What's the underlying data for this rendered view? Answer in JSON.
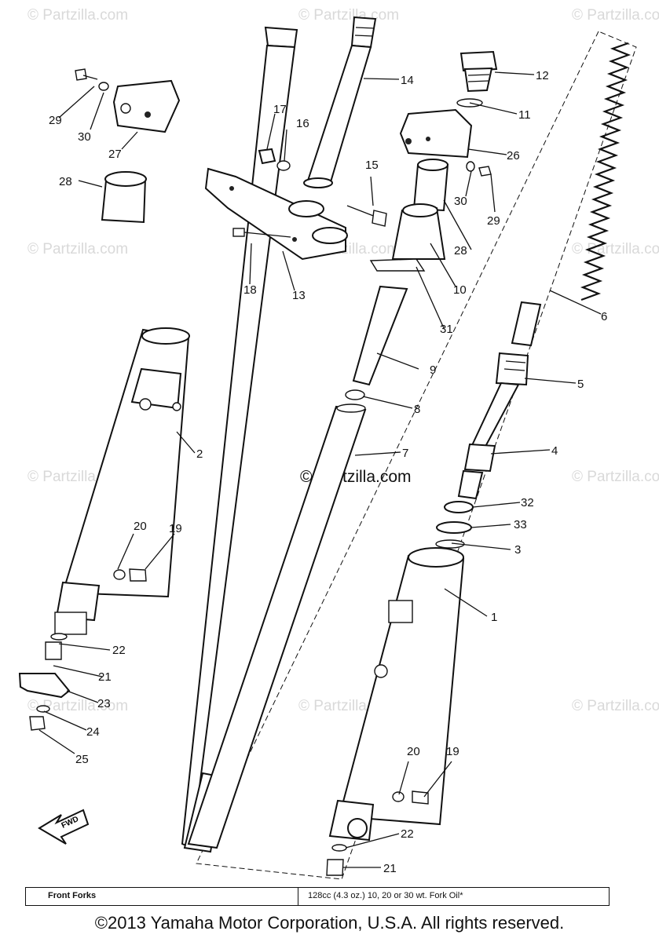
{
  "watermarks": {
    "brand": "© Partzilla.com",
    "center": "© Partzilla.com"
  },
  "diagram": {
    "part_numbers": [
      "1",
      "2",
      "3",
      "4",
      "5",
      "6",
      "7",
      "8",
      "9",
      "10",
      "11",
      "12",
      "13",
      "14",
      "15",
      "16",
      "17",
      "18",
      "19",
      "20",
      "21",
      "22",
      "23",
      "24",
      "25",
      "26",
      "27",
      "28",
      "29",
      "30",
      "31",
      "32",
      "33"
    ],
    "fwd_label": "FWD"
  },
  "info": {
    "section_name": "Front Forks",
    "oil_spec": "128cc (4.3 oz.) 10, 20 or 30 wt. Fork Oil*"
  },
  "footer": {
    "copyright": "©2013 Yamaha Motor Corporation, U.S.A. All rights reserved."
  }
}
